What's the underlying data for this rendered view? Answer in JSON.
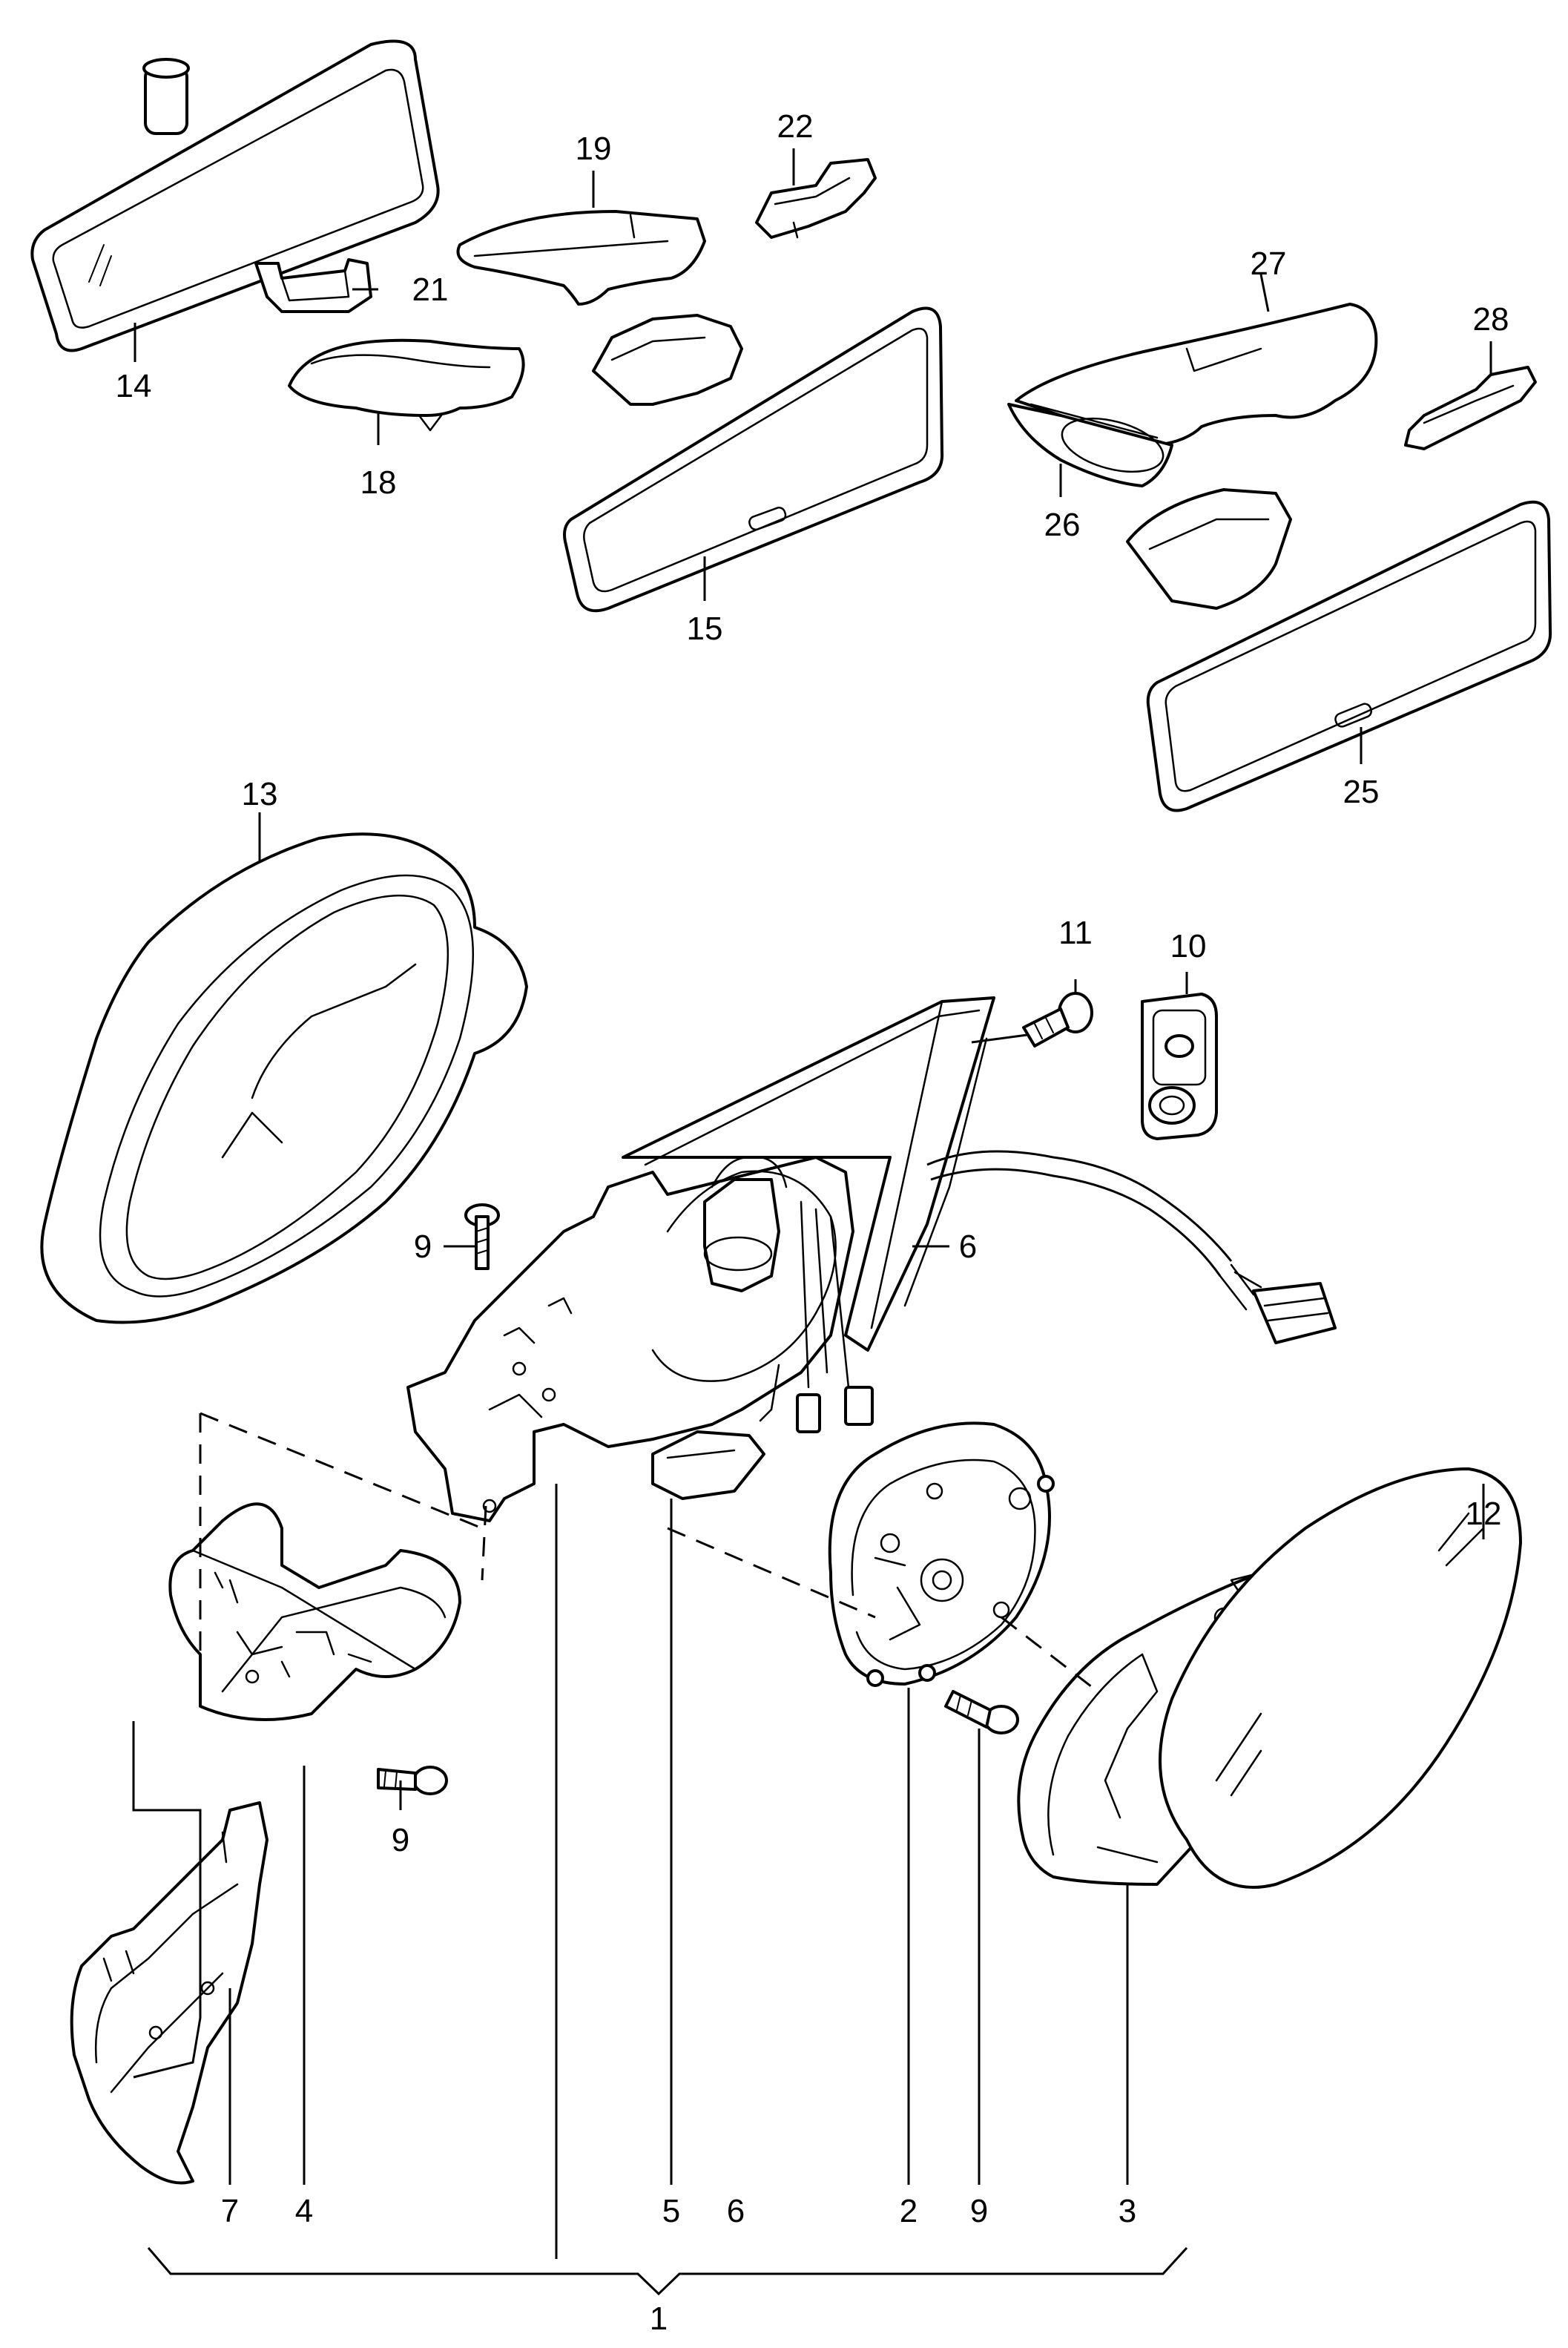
{
  "callouts": {
    "c1": "1",
    "c2": "2",
    "c3": "3",
    "c4": "4",
    "c5": "5",
    "c6a": "6",
    "c6b": "6",
    "c7": "7",
    "c9a": "9",
    "c9b": "9",
    "c9c": "9",
    "c10": "10",
    "c11": "11",
    "c12": "12",
    "c13": "13",
    "c14": "14",
    "c15": "15",
    "c18": "18",
    "c19": "19",
    "c21": "21",
    "c22": "22",
    "c25": "25",
    "c26": "26",
    "c27": "27",
    "c28": "28"
  }
}
